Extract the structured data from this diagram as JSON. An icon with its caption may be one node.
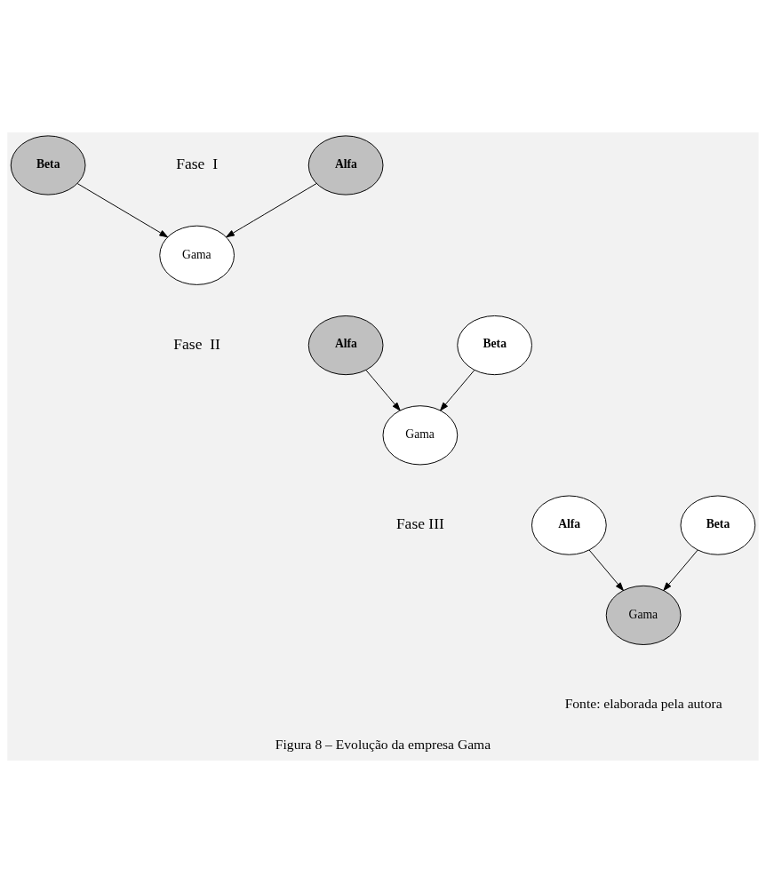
{
  "diagram": {
    "caption": "Figura 8 – Evolução da empresa Gama",
    "nodes": [
      {
        "text": [
          "Alfa"
        ]
      },
      {
        "text": [
          "Beta"
        ]
      },
      {
        "text": [
          "Gama"
        ]
      },
      {
        "text": [
          "Alfa"
        ]
      },
      {
        "text": [
          "Beta"
        ]
      },
      {
        "text": [
          "Gama"
        ]
      },
      {
        "text": [
          "Alfa"
        ]
      },
      {
        "text": [
          "Beta"
        ]
      },
      {
        "text": [
          "Gama"
        ]
      }
    ],
    "edges": [
      {
        "from": 0,
        "to": 2,
        "arrow": "to"
      },
      {
        "from": 1,
        "to": 2,
        "arrow": "to"
      },
      {
        "from": 3,
        "to": 5,
        "arrow": "to"
      },
      {
        "from": 4,
        "to": 5,
        "arrow": "to"
      },
      {
        "from": 6,
        "to": 8,
        "arrow": "to"
      },
      {
        "from": 7,
        "to": 8,
        "arrow": "to"
      }
    ],
    "labels": [
      "Fase  I",
      "Fase  II",
      "Fase III",
      "Fonte: elaborada pela autora"
    ]
  }
}
